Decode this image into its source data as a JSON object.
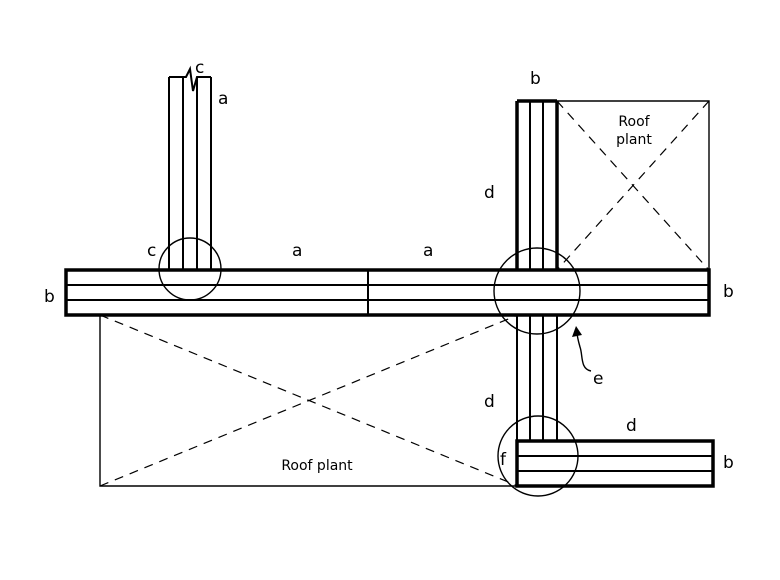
{
  "labels": {
    "a_top": "a",
    "c_top": "c",
    "c_left": "c",
    "a_left": "a",
    "a_right": "a",
    "b_left": "b",
    "b_top_right": "b",
    "b_right": "b",
    "b_bottom_right": "b",
    "d_upper": "d",
    "d_lower": "d",
    "d_bottom": "d",
    "e": "e",
    "f": "f"
  },
  "roof_plant_upper": {
    "line1": "Roof",
    "line2": "plant"
  },
  "roof_plant_lower": "Roof plant"
}
